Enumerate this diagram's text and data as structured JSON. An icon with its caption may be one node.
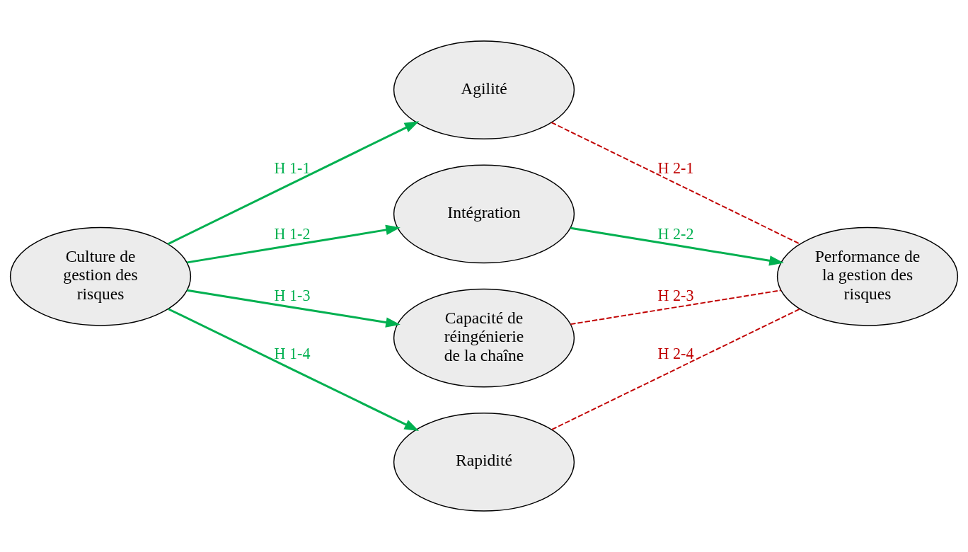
{
  "diagram": {
    "nodes": [
      {
        "text": [
          "Culture de gestion des risques"
        ]
      },
      {
        "text": [
          "Agilité"
        ]
      },
      {
        "text": [
          "Intégration"
        ]
      },
      {
        "text": [
          "Capacité de réingénierie de la chaîne"
        ]
      },
      {
        "text": [
          "Rapidité"
        ]
      },
      {
        "text": [
          "Performance de la gestion des risques"
        ]
      }
    ],
    "edges": [
      {
        "from": 0,
        "to": 1,
        "arrow": "to",
        "label": "H 1-1"
      },
      {
        "from": 0,
        "to": 2,
        "arrow": "to",
        "label": "H 1-2"
      },
      {
        "from": 0,
        "to": 3,
        "arrow": "to",
        "label": "H 1-3"
      },
      {
        "from": 0,
        "to": 4,
        "arrow": "to",
        "label": "H 1-4"
      },
      {
        "from": 1,
        "to": 5,
        "arrow": "none",
        "label": "H 2-1",
        "style": "dashed",
        "color": "#c00000"
      },
      {
        "from": 2,
        "to": 5,
        "arrow": "to",
        "label": "H 2-2"
      },
      {
        "from": 3,
        "to": 5,
        "arrow": "none",
        "label": "H 2-3",
        "style": "dashed",
        "color": "#c00000"
      },
      {
        "from": 4,
        "to": 5,
        "arrow": "none",
        "label": "H 2-4",
        "style": "dashed",
        "color": "#c00000"
      }
    ]
  }
}
